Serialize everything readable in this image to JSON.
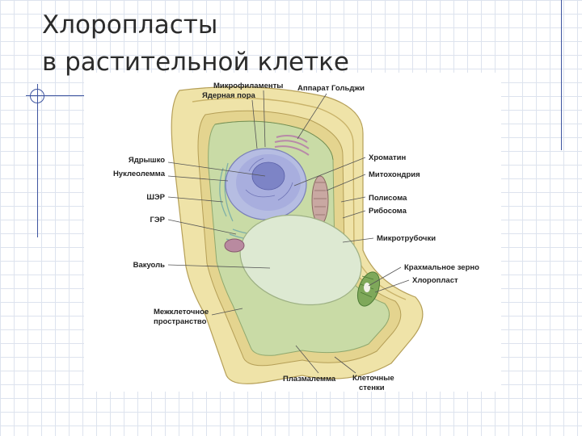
{
  "title": {
    "line1": "Хлоропласты",
    "line2": "в растительной клетке"
  },
  "labels": {
    "microfilaments": "Микрофиламенты",
    "nuclear_pore": "Ядерная пора",
    "golgi": "Аппарат Гольджи",
    "nucleolus": "Ядрышко",
    "nuclear_envelope": "Нуклеолемма",
    "smooth_er": "ШЭР",
    "rough_er": "ГЭР",
    "vacuole": "Вакуоль",
    "intercellular_space_1": "Межклеточное",
    "intercellular_space_2": "пространство",
    "chromatin": "Хроматин",
    "mitochondria": "Митохондрия",
    "polysome": "Полисома",
    "ribosome": "Рибосома",
    "microtubules": "Микротрубочки",
    "starch_grain": "Крахмальное зерно",
    "chloroplast": "Хлоропласт",
    "plasmalemma": "Плазмалемма",
    "cell_walls_1": "Клеточные",
    "cell_walls_2": "стенки"
  },
  "colors": {
    "cell_wall": "#efe3a8",
    "cytoplasm": "#c9dba6",
    "nucleus": "#a8aede",
    "vacuole": "#dde9d2",
    "chloroplast": "#7fa85a",
    "mitochondria": "#c9a8a2",
    "accent_blue": "#3f55a0"
  }
}
